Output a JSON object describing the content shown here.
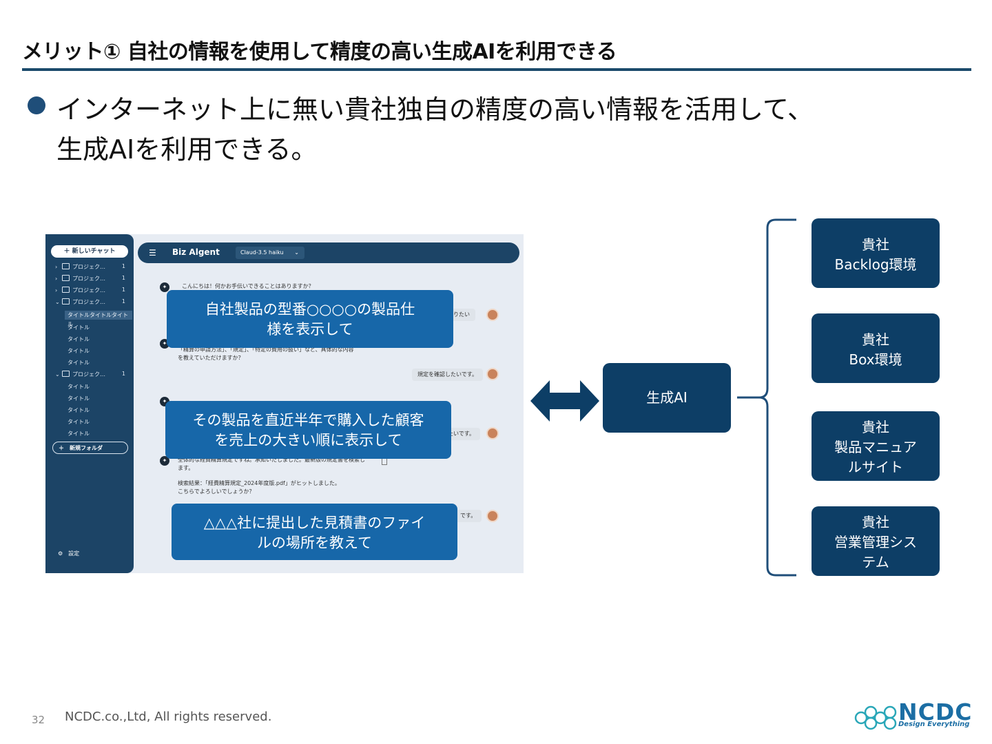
{
  "header": {
    "title": "メリット① 自社の情報を使用して精度の高い生成AIを利用できる"
  },
  "bullet": {
    "line1": "インターネット上に無い貴社独自の精度の高い情報を活用して、",
    "line2": "生成AIを利用できる。"
  },
  "app": {
    "new_chat": "＋ 新しいチャット",
    "projects": [
      {
        "chevron": "›",
        "label": "プロジェク…",
        "count": "1"
      },
      {
        "chevron": "›",
        "label": "プロジェク…",
        "count": "1"
      },
      {
        "chevron": "›",
        "label": "プロジェク…",
        "count": "1"
      },
      {
        "chevron": "⌄",
        "label": "プロジェク…",
        "count": "1"
      }
    ],
    "selected_item": "タイトルタイトルタイトル",
    "sub_items_a": [
      "タイトル",
      "タイトル",
      "タイトル",
      "タイトル"
    ],
    "project_5": {
      "chevron": "⌄",
      "label": "プロジェク…",
      "count": "1"
    },
    "sub_items_b": [
      "タイトル",
      "タイトル",
      "タイトル",
      "タイトル",
      "タイトル"
    ],
    "new_folder": "＋　新規フォルダ",
    "settings": "⚙　設定",
    "brand": "Biz Algent",
    "model": "Claud-3.5 haiku",
    "messages": {
      "greeting": "こんにちは！何かお手伝いできることはありますか？",
      "user_1": "知りたい",
      "ai_2a": "「精算の申請方法」、「規定」、「特定の費用の扱い」など、具体的な内容",
      "ai_2b": "を教えていただけますか？",
      "user_2": "規定を確認したいです。",
      "user_3": "たいです。",
      "ai_4a": "全体的な経費精算規定ですね。承知いたしました。最新版の規定書を検索し",
      "ai_4b": "ます。",
      "ai_4c": "検索結果：「経費精算規定_2024年度版.pdf」がヒットしました。",
      "ai_4d": "こちらでよろしいでしょうか？",
      "user_4": "です。"
    }
  },
  "callouts": [
    {
      "line1": "自社製品の型番○○○○の製品仕",
      "line2": "様を表示して"
    },
    {
      "line1": "その製品を直近半年で購入した顧客",
      "line2": "を売上の大きい順に表示して"
    },
    {
      "line1": "△△△社に提出した見積書のファイ",
      "line2": "ルの場所を教えて"
    }
  ],
  "center": {
    "genai_label": "生成AI"
  },
  "sources": [
    {
      "line1": "貴社",
      "line2": "Backlog環境",
      "line3": ""
    },
    {
      "line1": "貴社",
      "line2": "Box環境",
      "line3": ""
    },
    {
      "line1": "貴社",
      "line2": "製品マニュア",
      "line3": "ルサイト"
    },
    {
      "line1": "貴社",
      "line2": "営業管理シス",
      "line3": "テム"
    }
  ],
  "footer": {
    "page_number": "32",
    "copyright": "NCDC.co.,Ltd, All rights reserved.",
    "logo_text": "NCDC",
    "logo_tagline": "Design Everything"
  },
  "colors": {
    "accent": "#0d3e66",
    "callout": "#1767a9",
    "rule": "#1b4a6b"
  }
}
